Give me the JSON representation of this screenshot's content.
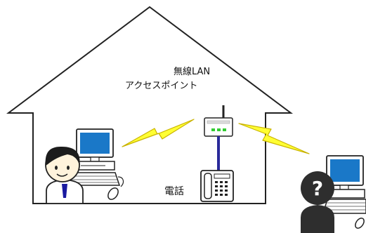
{
  "labels": {
    "access_point_line1": "無線LAN",
    "access_point_line2": "アクセスポイント",
    "telephone": "電話"
  },
  "icons": {
    "house": "house-outline-icon",
    "access_point": "wireless-access-point-icon",
    "telephone": "telephone-icon",
    "user_computer": "desktop-computer-icon",
    "user": "user-avatar-icon",
    "unknown_user": "unknown-user-icon",
    "unknown_computer": "desktop-computer-icon",
    "wireless_signal": "lightning-bolt-icon",
    "mouse": "mouse-icon",
    "keyboard": "keyboard-icon"
  },
  "unknown_user_symbol": "?",
  "colors": {
    "lightning": "#ffff33",
    "lightning_stroke": "#c9b300",
    "screen": "#1a78c8",
    "ap_led": "#33cc33",
    "cable": "#2a2a9a",
    "tie": "#1a1aa0",
    "outline": "#222222",
    "unknown_user": "#2e2e2e"
  }
}
